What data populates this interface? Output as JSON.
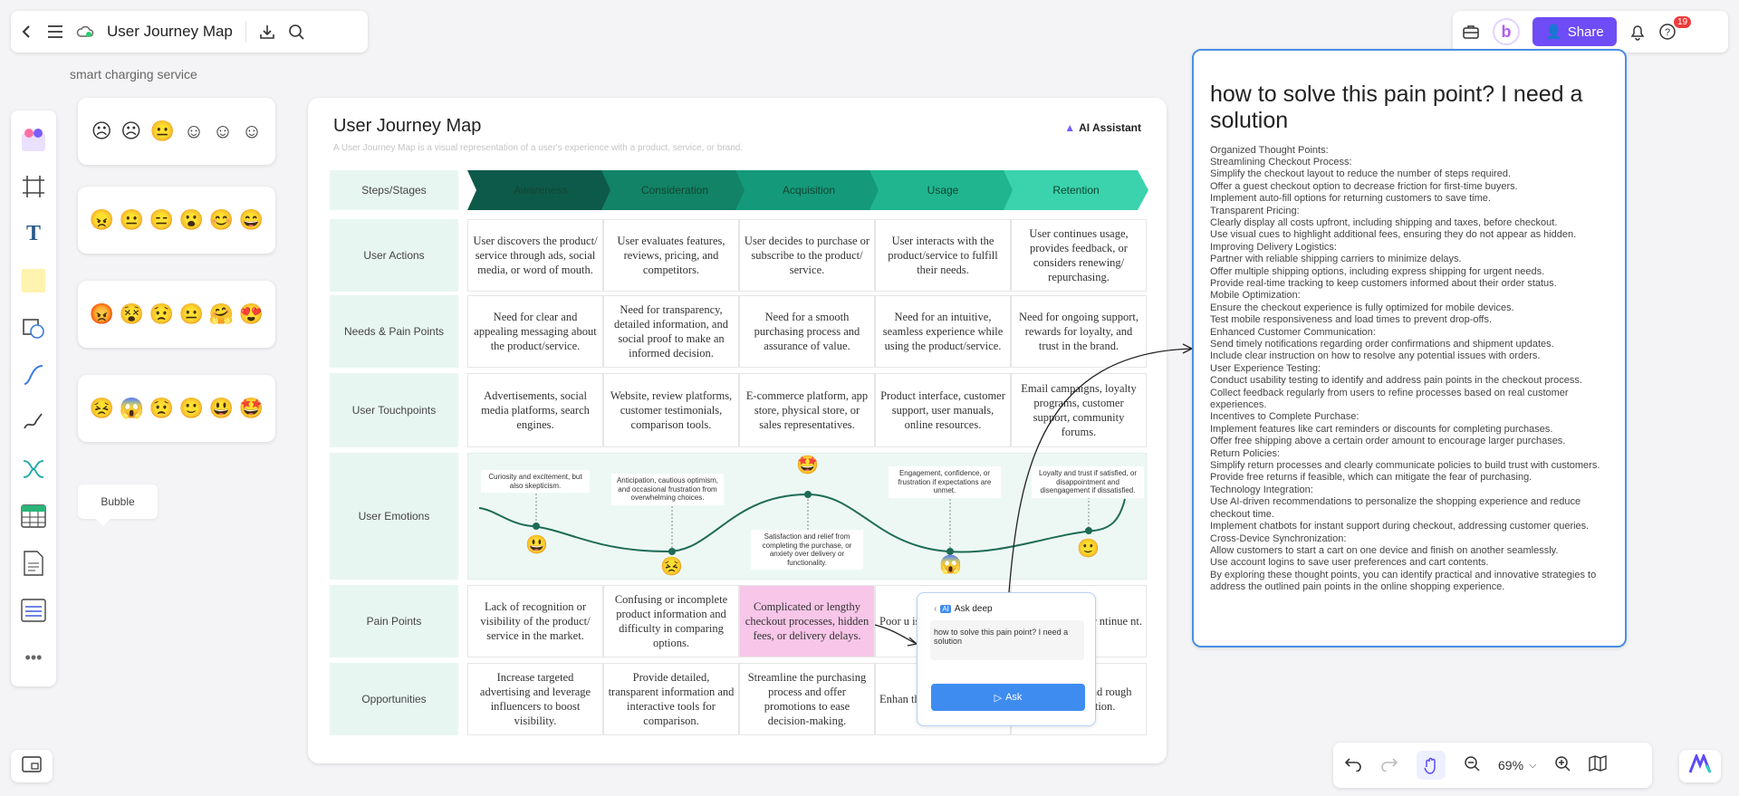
{
  "app": {
    "doc_title": "User Journey Map",
    "breadcrumb": "smart charging service"
  },
  "topright": {
    "share_label": "Share",
    "notifications_count": "19",
    "avatar_letter": "b"
  },
  "bubble_label": "Bubble",
  "emoji_panels": [
    [
      "☹",
      "☹",
      "😐",
      "☺",
      "☺",
      "☺"
    ],
    [
      "😠",
      "😐",
      "😑",
      "😮",
      "😊",
      "😄"
    ],
    [
      "😡",
      "😵",
      "😟",
      "😐",
      "🤗",
      "😍"
    ],
    [
      "😣",
      "😱",
      "😟",
      "🙂",
      "😃",
      "🤩"
    ]
  ],
  "journey": {
    "title": "User Journey Map",
    "description": "A User Journey Map is a visual representation of a user's experience with a product, service, or brand.",
    "brand": "AI Assistant",
    "stages_label": "Steps/Stages",
    "stages": [
      "Awareness",
      "Consideration",
      "Acquisition",
      "Usage",
      "Retention"
    ],
    "rows": [
      {
        "label": "User Actions",
        "cells": [
          "User discovers the product/ service through ads, social media, or word of mouth.",
          "User evaluates features, reviews, pricing, and competitors.",
          "User decides to purchase or subscribe to the product/ service.",
          "User interacts with the product/service to fulfill their needs.",
          "User continues usage, provides feedback, or considers renewing/ repurchasing."
        ]
      },
      {
        "label": "Needs & Pain Points",
        "cells": [
          "Need for clear and appealing messaging about the product/service.",
          "Need for transparency, detailed information, and social proof to make an informed decision.",
          "Need for a smooth purchasing process and assurance of value.",
          "Need for an intuitive, seamless experience while using the product/service.",
          "Need for ongoing support, rewards for loyalty, and trust in the brand."
        ]
      },
      {
        "label": "User Touchpoints",
        "cells": [
          "Advertisements, social media platforms, search engines.",
          "Website, review platforms, customer testimonials, comparison tools.",
          "E-commerce platform, app store, physical store, or sales representatives.",
          "Product interface, customer support, user manuals, online resources.",
          "Email campaigns, loyalty programs, customer support, community forums."
        ]
      },
      {
        "label": "User Emotions",
        "cells": []
      },
      {
        "label": "Pain Points",
        "cells": [
          "Lack of recognition or visibility of the product/ service in the market.",
          "Confusing or incomplete product information and difficulty in comparing options.",
          "Complicated or lengthy checkout processes, hidden fees, or delivery delays.",
          "Poor u issues,",
          "ngful on or ntinue nt."
        ]
      },
      {
        "label": "Opportunities",
        "cells": [
          "Increase targeted advertising and leverage influencers to boost visibility.",
          "Provide detailed, transparent information and interactive tools for comparison.",
          "Streamline the purchasing process and offer promotions to ease decision-making.",
          "Enhan throug tutoria",
          "ograms, ack, and rough communication."
        ]
      }
    ],
    "emotions": [
      {
        "text": "Curiosity and excitement, but also skepticism.",
        "emoji": "😃"
      },
      {
        "text": "Anticipation, cautious optimism, and occasional frustration from overwhelming choices.",
        "emoji": "😣"
      },
      {
        "text": "Satisfaction and relief from completing the purchase, or anxiety over delivery or functionality.",
        "emoji": "🤩"
      },
      {
        "text": "Engagement, confidence, or frustration if expectations are unmet.",
        "emoji": "😱"
      },
      {
        "text": "Loyalty and trust if satisfied, or disappointment and disengagement if dissatisfied.",
        "emoji": "🙂"
      }
    ]
  },
  "ask": {
    "header": "Ask deep",
    "prompt": "how to solve this pain point? I need a solution",
    "button": "Ask"
  },
  "answer": {
    "title": "how to solve this pain point? I need a solution",
    "lines": [
      "Organized Thought Points:",
      "Streamlining Checkout Process:",
      "Simplify the checkout layout to reduce the number of steps required.",
      "Offer a guest checkout option to decrease friction for first-time buyers.",
      "Implement auto-fill options for returning customers to save time.",
      "Transparent Pricing:",
      "Clearly display all costs upfront, including shipping and taxes, before checkout.",
      "Use visual cues to highlight additional fees, ensuring they do not appear as hidden.",
      "Improving Delivery Logistics:",
      "Partner with reliable shipping carriers to minimize delays.",
      "Offer multiple shipping options, including express shipping for urgent needs.",
      "Provide real-time tracking to keep customers informed about their order status.",
      "Mobile Optimization:",
      "Ensure the checkout experience is fully optimized for mobile devices.",
      "Test mobile responsiveness and load times to prevent drop-offs.",
      "Enhanced Customer Communication:",
      "Send timely notifications regarding order confirmations and shipment updates.",
      "Include clear instruction on how to resolve any potential issues with orders.",
      "User Experience Testing:",
      "Conduct usability testing to identify and address pain points in the checkout process.",
      "Collect feedback regularly from users to refine processes based on real customer experiences.",
      "Incentives to Complete Purchase:",
      "Implement features like cart reminders or discounts for completing purchases.",
      "Offer free shipping above a certain order amount to encourage larger purchases.",
      "Return Policies:",
      "Simplify return processes and clearly communicate policies to build trust with customers.",
      "Provide free returns if feasible, which can mitigate the fear of purchasing.",
      "Technology Integration:",
      "Use AI-driven recommendations to personalize the shopping experience and reduce checkout time.",
      "Implement chatbots for instant support during checkout, addressing customer queries.",
      "Cross-Device Synchronization:",
      "Allow customers to start a cart on one device and finish on another seamlessly.",
      "Use account logins to save user preferences and cart contents.",
      "By exploring these thought points, you can identify practical and innovative strategies to address the outlined pain points in the online shopping experience."
    ]
  },
  "bottom": {
    "zoom": "69%"
  },
  "colors": {
    "accent": "#6e4cf6",
    "stage1": "#0e5a4a",
    "stage2": "#128366",
    "stage3": "#14997a",
    "stage4": "#20b58f",
    "stage5": "#3ad3ad",
    "highlight": "#f7c6e8",
    "answer_border": "#4a90e2"
  }
}
